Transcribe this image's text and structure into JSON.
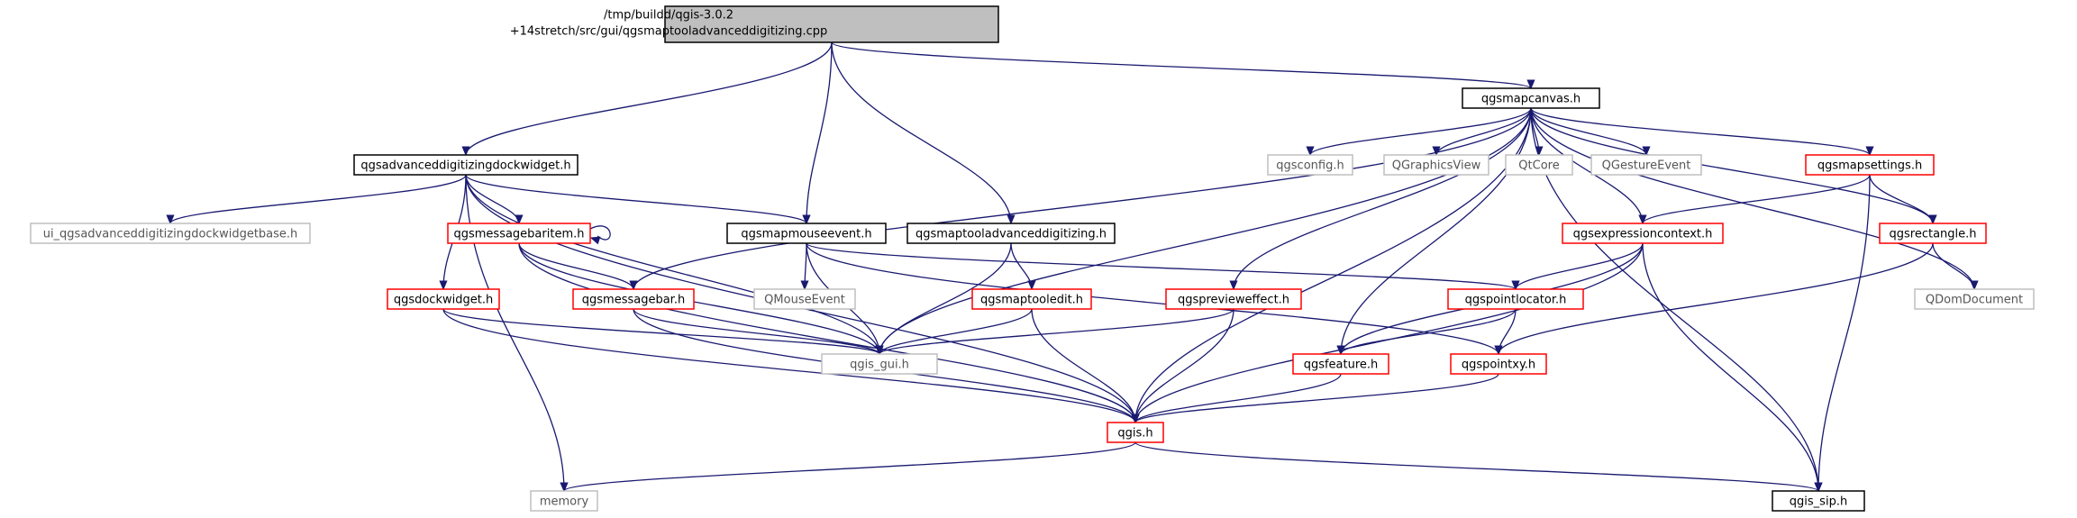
{
  "diagram": {
    "type": "include-dependency-graph",
    "colors": {
      "edge": "#191970",
      "root_fill": "#bfbfbf",
      "root_border": "#000000",
      "documented_border": "#000000",
      "red_border": "#ff0000",
      "external_border": "#bfbfbf",
      "external_text": "#555555",
      "text": "#000000"
    },
    "nodes": [
      {
        "id": "root",
        "lines": [
          "/tmp/buildd/qgis-3.0.2",
          "+14stretch/src/gui/qgsmaptooladvanceddigitizing.cpp"
        ],
        "style": "root"
      },
      {
        "id": "mapcanvas",
        "lines": [
          "qgsmapcanvas.h"
        ],
        "style": "black"
      },
      {
        "id": "advdock",
        "lines": [
          "qgsadvanceddigitizingdockwidget.h"
        ],
        "style": "black"
      },
      {
        "id": "uiadv",
        "lines": [
          "ui_qgsadvanceddigitizingdockwidgetbase.h"
        ],
        "style": "gray"
      },
      {
        "id": "msgbaritem",
        "lines": [
          "qgsmessagebaritem.h"
        ],
        "style": "red"
      },
      {
        "id": "mapmouse",
        "lines": [
          "qgsmapmouseevent.h"
        ],
        "style": "black"
      },
      {
        "id": "maptooladv",
        "lines": [
          "qgsmaptooladvanceddigitizing.h"
        ],
        "style": "black"
      },
      {
        "id": "qgsconfig",
        "lines": [
          "qgsconfig.h"
        ],
        "style": "gray"
      },
      {
        "id": "qgraphicsview",
        "lines": [
          "QGraphicsView"
        ],
        "style": "gray"
      },
      {
        "id": "qtcore",
        "lines": [
          "QtCore"
        ],
        "style": "gray"
      },
      {
        "id": "qgesture",
        "lines": [
          "QGestureEvent"
        ],
        "style": "gray"
      },
      {
        "id": "mapsettings",
        "lines": [
          "qgsmapsettings.h"
        ],
        "style": "red"
      },
      {
        "id": "exprctx",
        "lines": [
          "qgsexpressioncontext.h"
        ],
        "style": "red"
      },
      {
        "id": "rectangle",
        "lines": [
          "qgsrectangle.h"
        ],
        "style": "red"
      },
      {
        "id": "dockwidget",
        "lines": [
          "qgsdockwidget.h"
        ],
        "style": "red"
      },
      {
        "id": "messagebar",
        "lines": [
          "qgsmessagebar.h"
        ],
        "style": "red"
      },
      {
        "id": "qmouse",
        "lines": [
          "QMouseEvent"
        ],
        "style": "gray"
      },
      {
        "id": "maptooledit",
        "lines": [
          "qgsmaptooledit.h"
        ],
        "style": "red"
      },
      {
        "id": "preview",
        "lines": [
          "qgspreviewеffect.h"
        ],
        "style": "red"
      },
      {
        "id": "pointlocator",
        "lines": [
          "qgspointlocator.h"
        ],
        "style": "red"
      },
      {
        "id": "qdom",
        "lines": [
          "QDomDocument"
        ],
        "style": "gray"
      },
      {
        "id": "qgisgui",
        "lines": [
          "qgis_gui.h"
        ],
        "style": "gray"
      },
      {
        "id": "feature",
        "lines": [
          "qgsfeature.h"
        ],
        "style": "red"
      },
      {
        "id": "pointxy",
        "lines": [
          "qgspointxy.h"
        ],
        "style": "red"
      },
      {
        "id": "qgis",
        "lines": [
          "qgis.h"
        ],
        "style": "red"
      },
      {
        "id": "memory",
        "lines": [
          "memory"
        ],
        "style": "gray"
      },
      {
        "id": "qgissip",
        "lines": [
          "qgis_sip.h"
        ],
        "style": "black"
      }
    ]
  }
}
